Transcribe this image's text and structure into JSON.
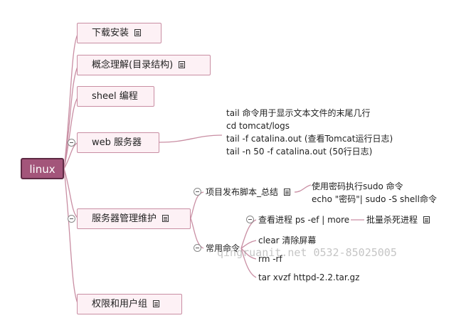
{
  "root": {
    "label": "linux"
  },
  "branches": [
    {
      "label": "下载安装",
      "has_note": true
    },
    {
      "label": "概念理解(目录结构)",
      "has_note": true
    },
    {
      "label": "sheel 编程",
      "has_note": false
    },
    {
      "label": "web 服务器",
      "has_note": false
    },
    {
      "label": "服务器管理维护",
      "has_note": true
    },
    {
      "label": "权限和用户组",
      "has_note": true
    }
  ],
  "web_details": [
    "tail 命令用于显示文本文件的末尾几行",
    "cd tomcat/logs",
    "tail -f catalina.out (查看Tomcat运行日志)",
    "tail -n 50 -f catalina.out (50行日志)"
  ],
  "server_children": {
    "publish_script": {
      "label": "项目发布脚本_总结",
      "details": [
        "使用密码执行sudo 命令",
        "echo \"密码\"| sudo -S shell命令"
      ]
    },
    "common_cmds": {
      "label": "常用命令",
      "items": [
        {
          "label": "查看进程 ps -ef | more",
          "child": "批量杀死进程"
        },
        {
          "label": "clear 清除屏幕"
        },
        {
          "label": "rm -rf"
        },
        {
          "label": "tar xvzf httpd-2.2.tar.gz"
        }
      ]
    }
  },
  "watermark": "qingruanit.net 0532-85025005",
  "colors": {
    "root_fill": "#a3557a",
    "node_fill": "#fdf1f5",
    "link": "#c98ea3"
  }
}
